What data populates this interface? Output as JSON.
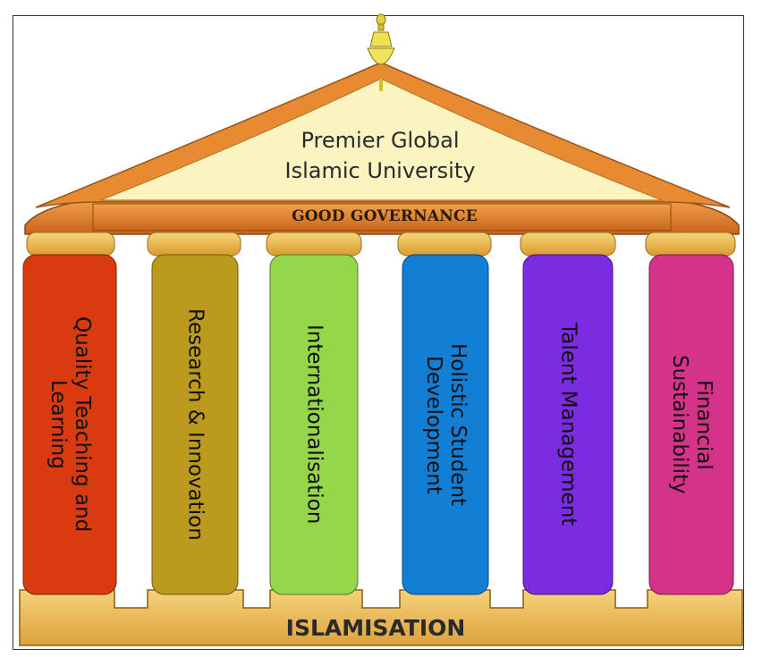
{
  "roof": {
    "title": "Premier Global\nIslamic University"
  },
  "beam": {
    "label": "GOOD GOVERNANCE"
  },
  "base": {
    "label": "ISLAMISATION"
  },
  "pillars": [
    {
      "label": "Quality Teaching and\nLearning",
      "color": "#d93a10"
    },
    {
      "label": "Research & Innovation",
      "color": "#bb9a1e"
    },
    {
      "label": "Internationalisation",
      "color": "#96d64a"
    },
    {
      "label": "Holistic Student\nDevelopment",
      "color": "#137fd4"
    },
    {
      "label": "Talent Management",
      "color": "#7b2be0"
    },
    {
      "label": "Financial\nSustainability",
      "color": "#d5338a"
    }
  ],
  "colors": {
    "roof_fill": "#fbf3c0",
    "roof_trim": "#e8822c",
    "capital": "#efbc4f",
    "base": "#efc15a"
  }
}
